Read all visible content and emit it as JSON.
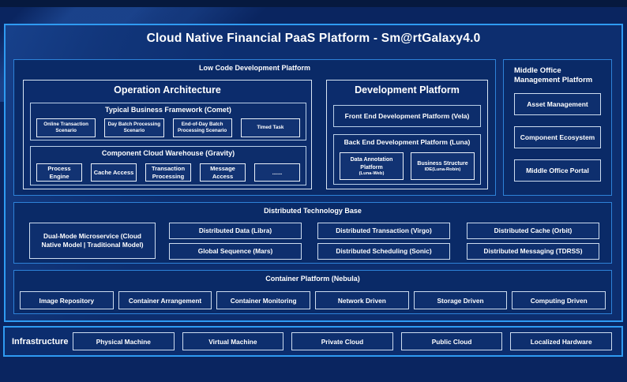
{
  "title": "Cloud Native Financial PaaS Platform - Sm@rtGalaxy4.0",
  "low_code": {
    "label": "Low Code Development Platform",
    "operation_architecture": {
      "title": "Operation Architecture",
      "comet": {
        "label": "Typical Business Framework (Comet)",
        "items": [
          "Online Transaction Scenario",
          "Day Batch Processing Scenario",
          "End-of-Day Batch Processing Scenario",
          "Timed Task"
        ]
      },
      "gravity": {
        "label": "Component Cloud Warehouse (Gravity)",
        "items": [
          "Process Engine",
          "Cache Access",
          "Transaction Processing",
          "Message Access",
          "......"
        ]
      }
    },
    "development": {
      "title": "Development Platform",
      "front_end": "Front End Development Platform (Vela)",
      "back_end": {
        "label": "Back End Development Platform (Luna)",
        "items": [
          {
            "name": "Data Annotation Platform",
            "sub": "(Luna-Web)"
          },
          {
            "name": "Business Structure",
            "sub": "IDE(Luna-Robin)"
          }
        ]
      }
    }
  },
  "middle_office": {
    "label": "Middle Office Management Platform",
    "items": [
      "Asset Management",
      "Component Ecosystem",
      "Middle Office Portal"
    ]
  },
  "distributed_base": {
    "label": "Distributed Technology Base",
    "dual_mode": "Dual-Mode Microservice (Cloud Native Model | Traditional Model)",
    "rows": [
      [
        "Distributed Data (Libra)",
        "Distributed Transaction (Virgo)",
        "Distributed Cache (Orbit)"
      ],
      [
        "Global Sequence (Mars)",
        "Distributed Scheduling (Sonic)",
        "Distributed Messaging (TDRSS)"
      ]
    ]
  },
  "container_platform": {
    "label": "Container Platform (Nebula)",
    "items": [
      "Image Repository",
      "Container Arrangement",
      "Container Monitoring",
      "Network Driven",
      "Storage Driven",
      "Computing Driven"
    ]
  },
  "infrastructure": {
    "label": "Infrastructure",
    "items": [
      "Physical Machine",
      "Virtual Machine",
      "Private Cloud",
      "Public Cloud",
      "Localized Hardware"
    ]
  },
  "colors": {
    "accent_border": "#2f9bf2",
    "section_border": "#2e82d8",
    "panel_border": "#d9e6f4",
    "chip_border": "#eaf1fa",
    "background": "#0a2560",
    "frame_fill": "#0d2e6f",
    "text": "#ffffff"
  }
}
